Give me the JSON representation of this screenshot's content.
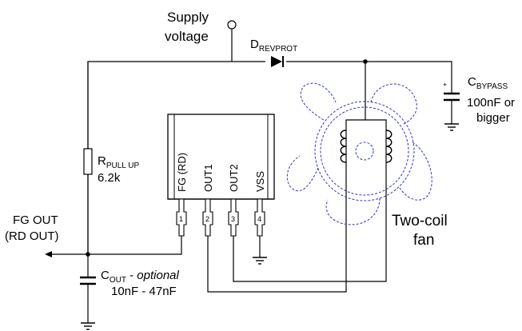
{
  "supply": {
    "line1": "Supply",
    "line2": "voltage"
  },
  "diode": {
    "main": "D",
    "sub": "REVPROT"
  },
  "cbypass": {
    "main": "C",
    "sub": "BYPASS",
    "value1": "100nF or",
    "value2": "bigger",
    "polarity": "+"
  },
  "rpullup": {
    "main": "R",
    "sub": "PULL UP",
    "value": "6.2k"
  },
  "fgout": {
    "line1": "FG OUT",
    "line2": "(RD OUT)"
  },
  "cout": {
    "main": "C",
    "sub": "OUT",
    "dash": " - ",
    "optional": "optional",
    "value": "10nF - 47nF"
  },
  "ic": {
    "pins": [
      {
        "name": "FG (RD)",
        "number": "1"
      },
      {
        "name": "OUT1",
        "number": "2"
      },
      {
        "name": "OUT2",
        "number": "3"
      },
      {
        "name": "VSS",
        "number": "4"
      }
    ]
  },
  "fan": {
    "line1": "Two-coil",
    "line2": "fan"
  },
  "colors": {
    "wire": "#000000",
    "fan_outline": "#3333cc"
  }
}
